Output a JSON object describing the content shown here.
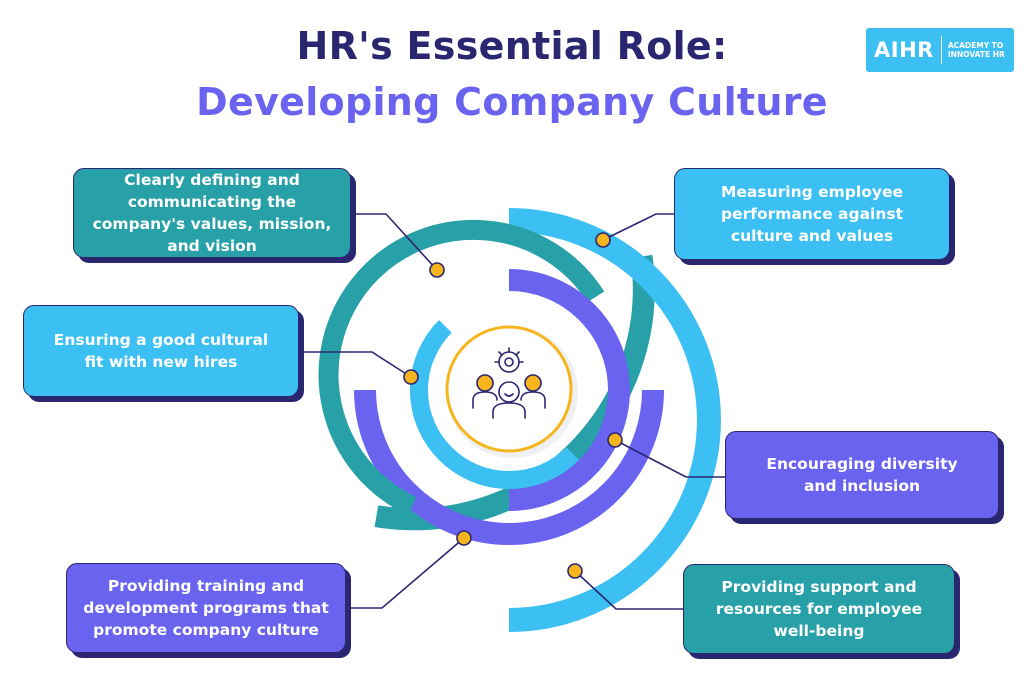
{
  "title": {
    "line1": "HR's Essential Role:",
    "line2": "Developing Company Culture"
  },
  "logo": {
    "mark": "AIHR",
    "tagline_line1": "ACADEMY TO",
    "tagline_line2": "INNOVATE HR"
  },
  "center_icon": "team-gear-icon",
  "colors": {
    "navy": "#2b2670",
    "violet": "#6a63f0",
    "teal": "#27a0a8",
    "sky": "#3cc0f3",
    "dot": "#f6b51d"
  },
  "cards": {
    "values_mission_vision": "Clearly defining and communicating the company's values, mission, and vision",
    "cultural_fit": "Ensuring a good cultural fit with new hires",
    "training_programs": "Providing training and development programs that promote company culture",
    "performance_measurement": "Measuring employee performance against culture and values",
    "diversity_inclusion": "Encouraging diversity and inclusion",
    "wellbeing_support": "Providing support and resources for employee well-being"
  }
}
